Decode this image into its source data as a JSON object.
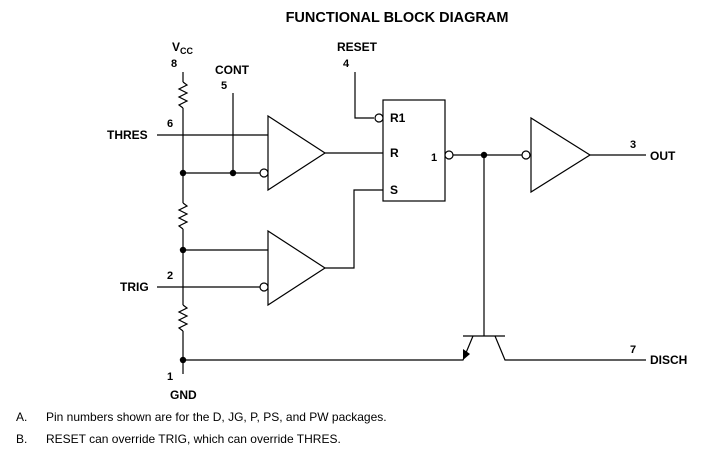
{
  "title": "FUNCTIONAL BLOCK DIAGRAM",
  "labels": {
    "vcc_main": "V",
    "vcc_sub": "CC",
    "cont": "CONT",
    "reset": "RESET",
    "thres": "THRES",
    "trig": "TRIG",
    "gnd": "GND",
    "out": "OUT",
    "disch": "DISCH"
  },
  "pins": {
    "vcc": "8",
    "cont": "5",
    "reset": "4",
    "thres": "6",
    "trig": "2",
    "gnd": "1",
    "out": "3",
    "disch": "7",
    "ff_out": "1"
  },
  "flipflop": {
    "r1": "R1",
    "r": "R",
    "s": "S"
  },
  "notes": [
    {
      "key": "A.",
      "text": "Pin numbers shown are for the D, JG, P, PS, and PW packages."
    },
    {
      "key": "B.",
      "text": "RESET can override TRIG, which can override THRES."
    }
  ]
}
